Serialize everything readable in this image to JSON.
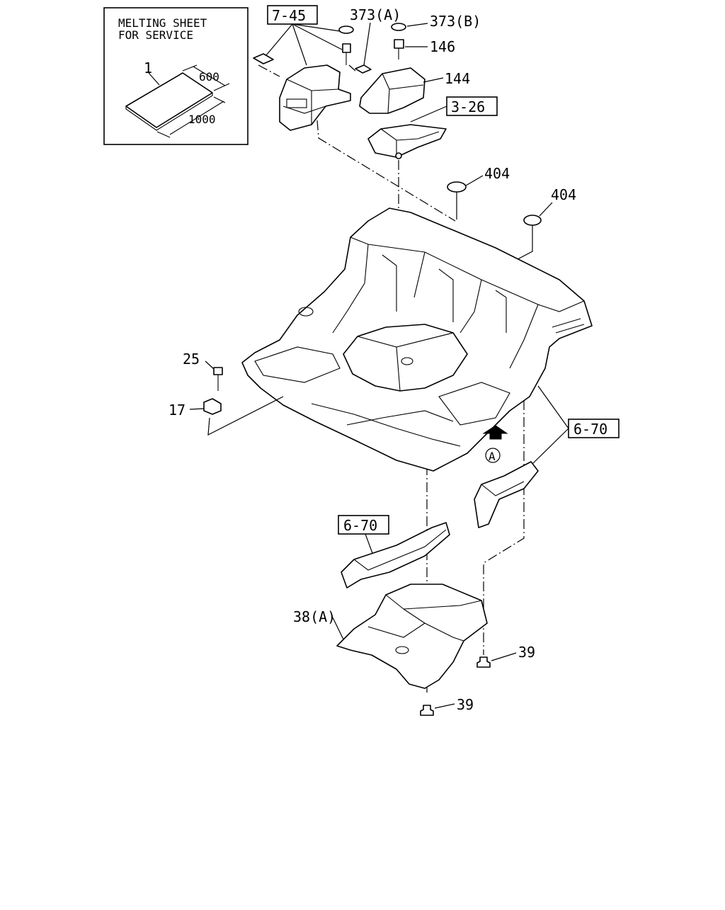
{
  "inset": {
    "title_line1": "MELTING SHEET",
    "title_line2": "FOR SERVICE",
    "part_no": "1",
    "dim_width": "600",
    "dim_length": "1000"
  },
  "labels": {
    "ref_7_45": "7-45",
    "ref_3_26": "3-26",
    "ref_6_70_right": "6-70",
    "ref_6_70_left": "6-70",
    "p373a": "373(A)",
    "p373b": "373(B)",
    "p146": "146",
    "p144": "144",
    "p404a": "404",
    "p404b": "404",
    "p25": "25",
    "p17": "17",
    "view_a": "A",
    "p38a": "38(A)",
    "p39a": "39",
    "p39b": "39"
  }
}
